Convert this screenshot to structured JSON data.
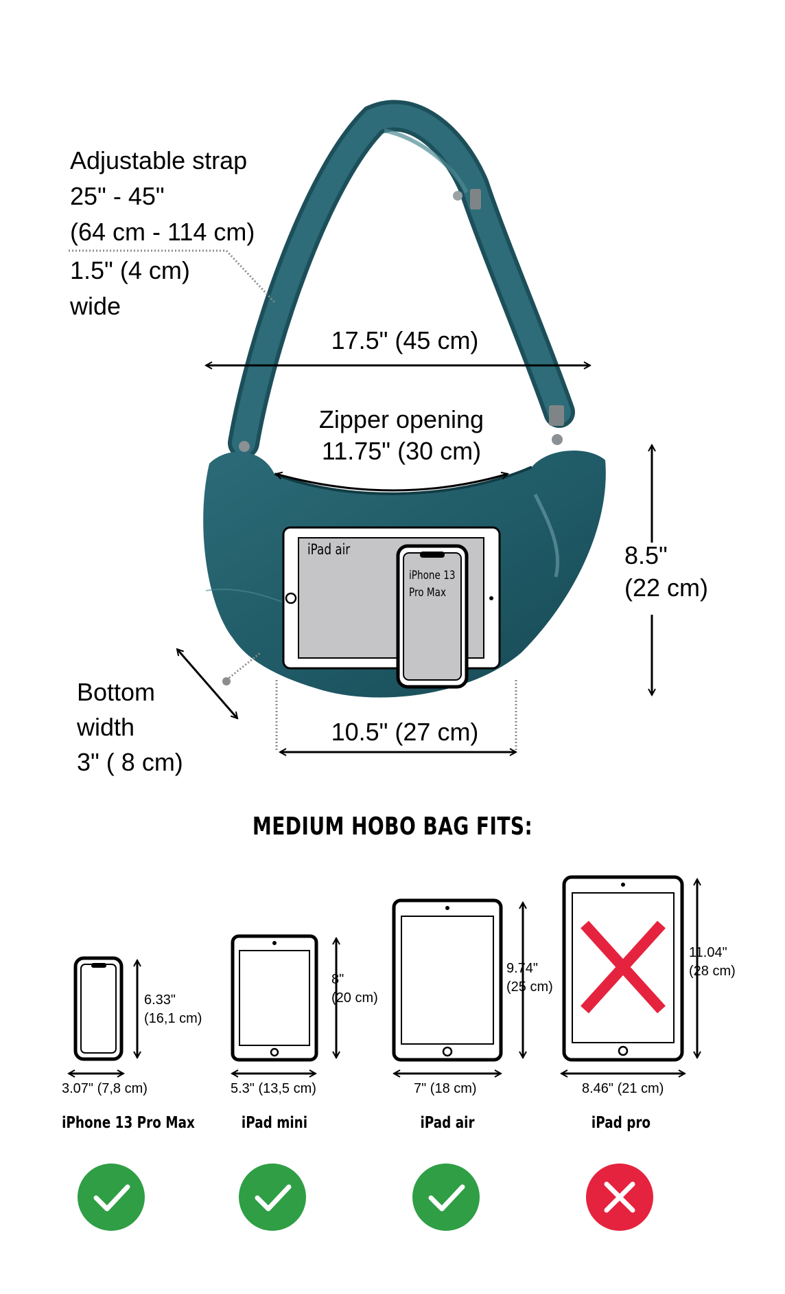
{
  "annotations": {
    "strap": "Adjustable strap\n25\" - 45\"\n(64 cm - 114 cm)",
    "strap_width": "1.5\" (4 cm)\nwide",
    "width_top": "17.5\" (45 cm)",
    "zipper": "Zipper opening\n11.75\" (30 cm)",
    "height": "8.5\"\n(22 cm)",
    "bottom_width": "Bottom\nwidth\n3\" ( 8 cm)",
    "width_bottom": "10.5\" (27 cm)",
    "overlay_ipad": "iPad air",
    "overlay_iphone": "iPhone 13\nPro Max"
  },
  "fits": {
    "title": "MEDIUM HOBO BAG FITS:",
    "devices": [
      {
        "name": "iPhone 13 Pro Max",
        "height": "6.33\"\n(16,1 cm)",
        "width": "3.07\" (7,8 cm)",
        "fits": true,
        "icon": "check-icon"
      },
      {
        "name": "iPad mini",
        "height": "8\"\n(20 cm)",
        "width": "5.3\" (13,5 cm)",
        "fits": true,
        "icon": "check-icon"
      },
      {
        "name": "iPad air",
        "height": "9.74\"\n(25 cm)",
        "width": "7\" (18 cm)",
        "fits": true,
        "icon": "check-icon"
      },
      {
        "name": "iPad pro",
        "height": "11.04\"\n(28 cm)",
        "width": "8.46\" (21 cm)",
        "fits": false,
        "icon": "cross-icon"
      }
    ]
  },
  "colors": {
    "bag": "#1f5a66",
    "strap": "#2a6470",
    "fits_yes": "#2f9e45",
    "fits_no": "#e5233e"
  }
}
